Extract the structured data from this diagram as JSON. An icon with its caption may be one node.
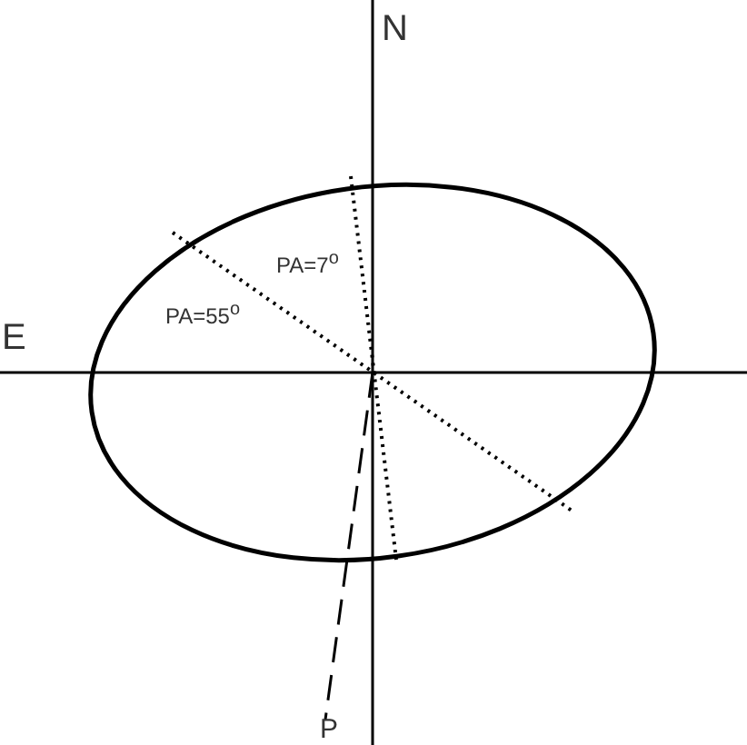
{
  "diagram": {
    "nodes": [
      {
        "text": [],
        "shape": "ellipse"
      },
      {
        "text": [
          "P"
        ]
      }
    ],
    "edges": [
      {
        "from": 0,
        "to": 1,
        "arrow": "none",
        "style": "dashed"
      }
    ],
    "labels": [
      "N",
      "E",
      "PA=7$^{o}$",
      "PA=55$^{o}$"
    ]
  }
}
